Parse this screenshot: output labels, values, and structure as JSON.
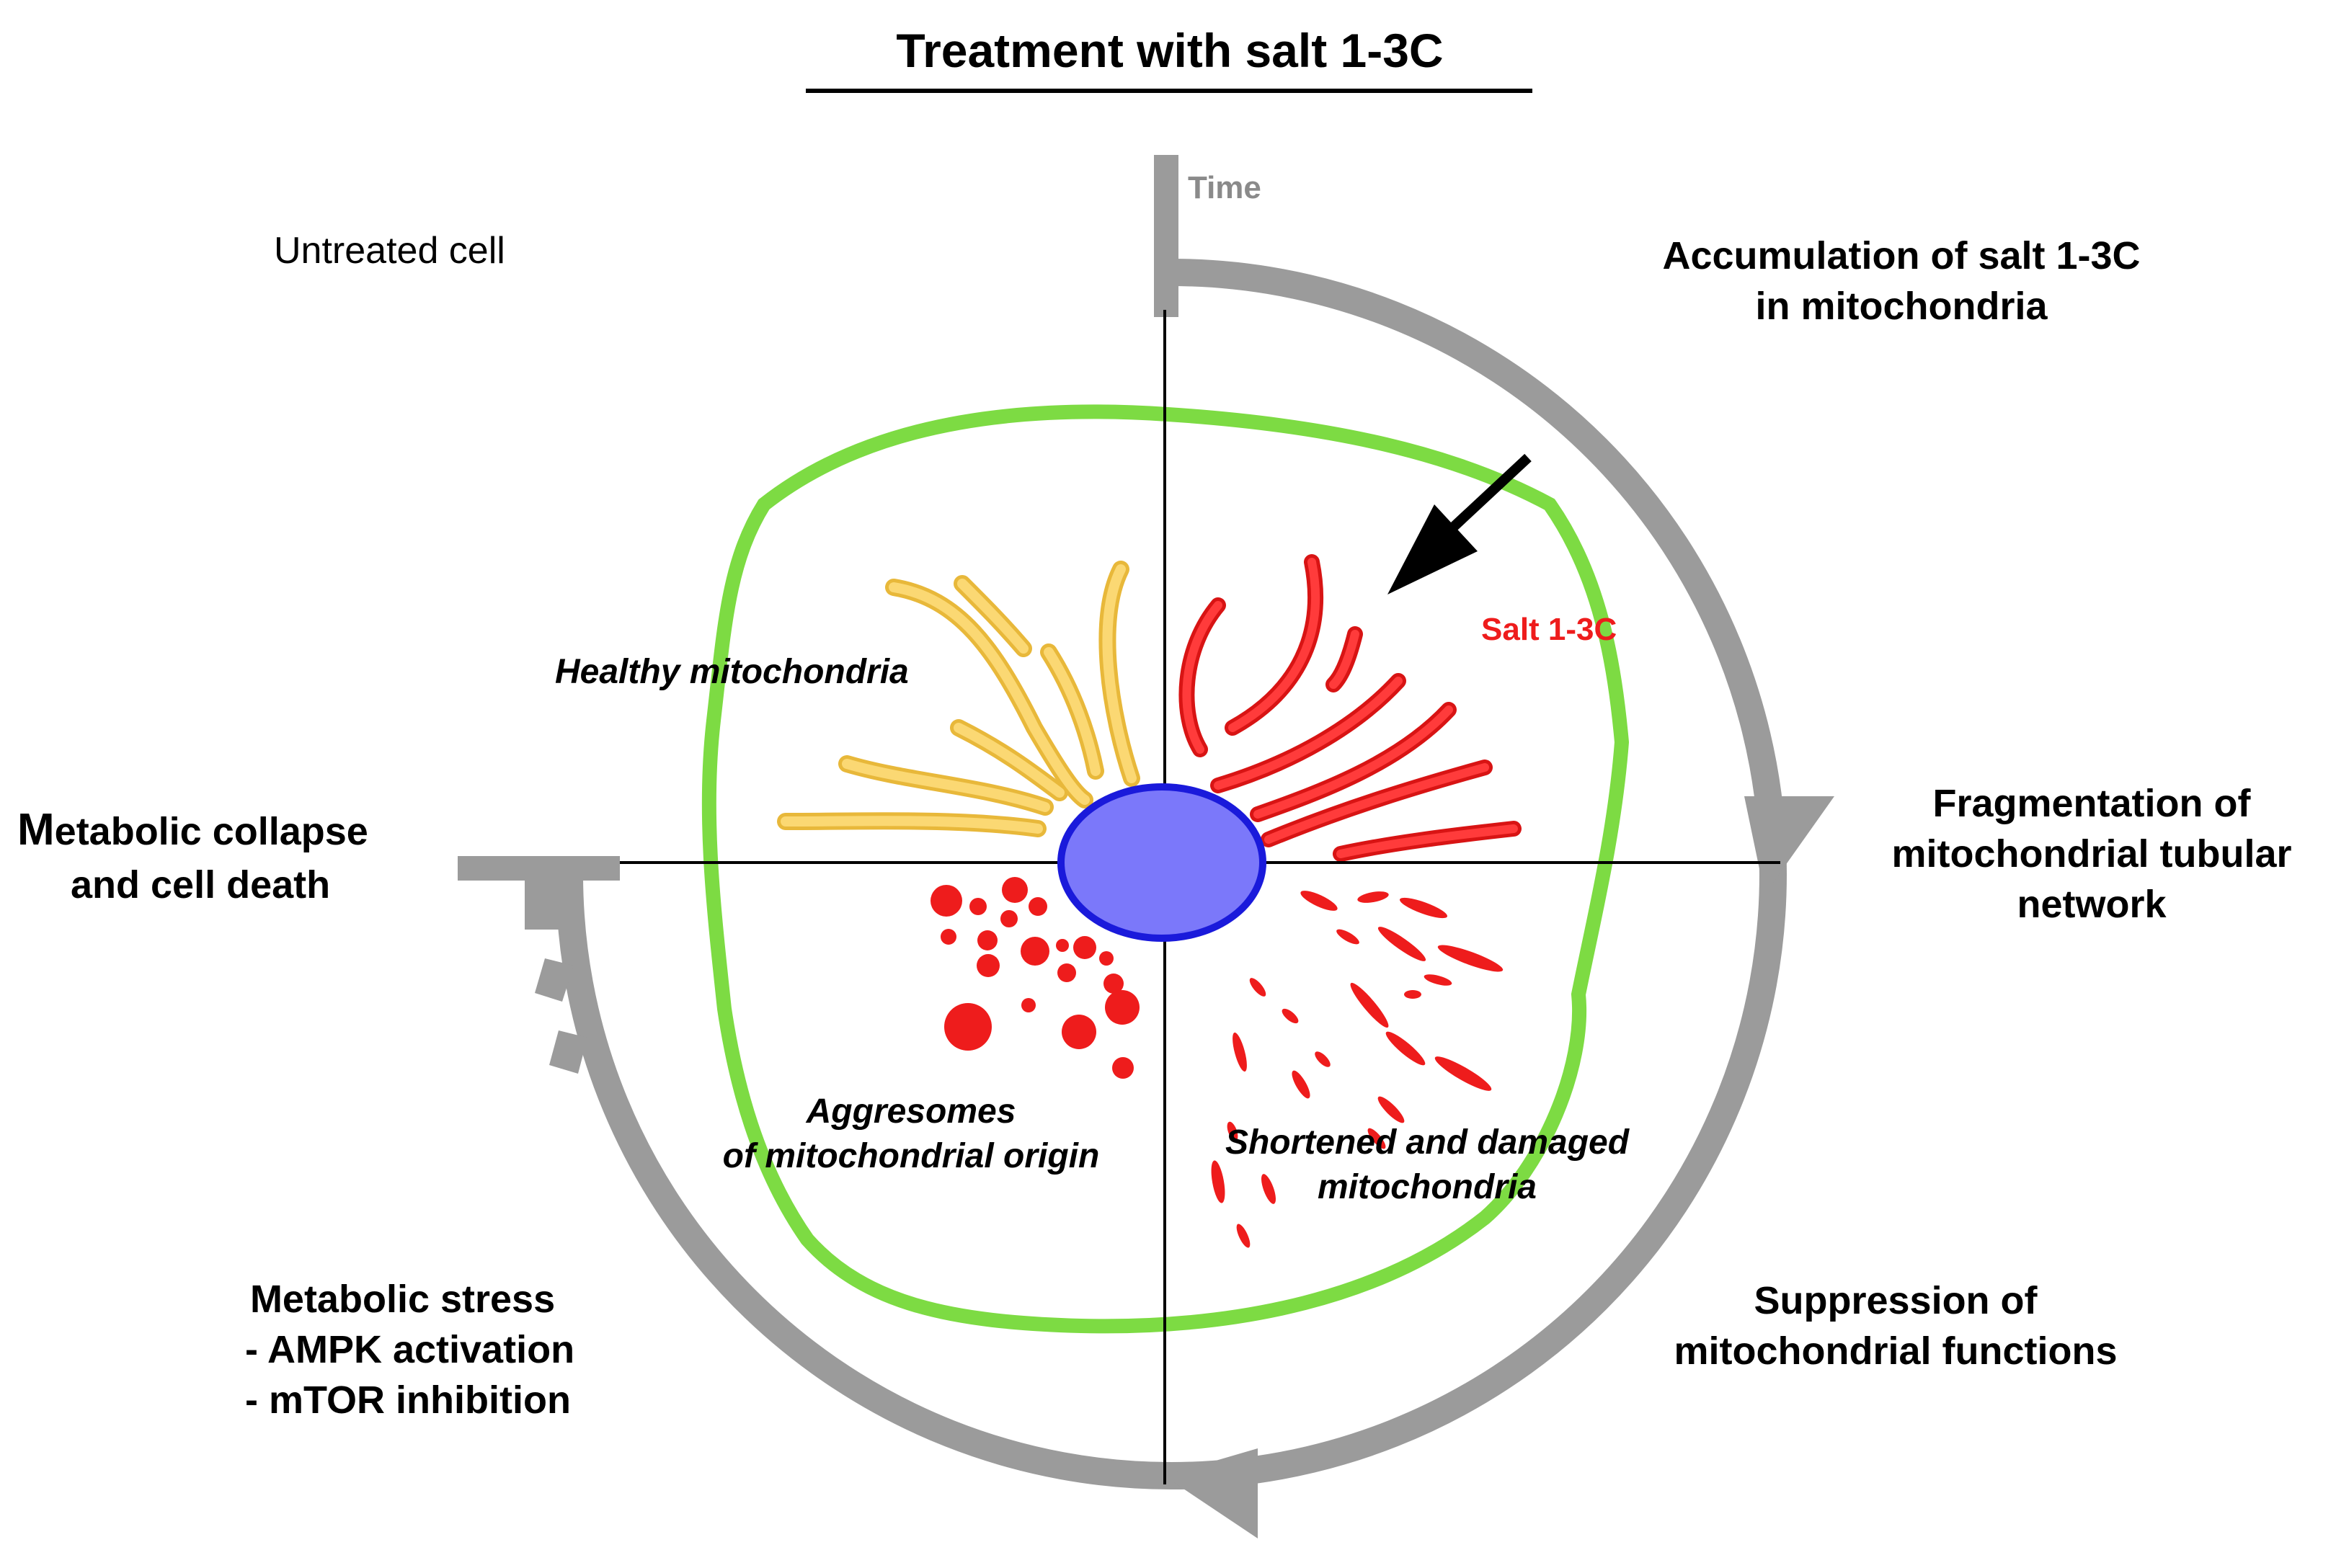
{
  "title": "Treatment with salt 1-3C",
  "time_label": "Time",
  "untreated_label": "Untreated cell",
  "stages": {
    "accumulation": [
      "Accumulation of salt 1-3C",
      "in mitochondria"
    ],
    "fragmentation": [
      "Fragmentation of",
      "mitochondrial tubular",
      "network"
    ],
    "suppression": [
      "Suppression of",
      "mitochondrial functions"
    ],
    "stress": [
      "Metabolic stress",
      "- AMPK activation",
      "- mTOR inhibition"
    ],
    "collapse": [
      "M",
      "etabolic collapse",
      "and cell death"
    ]
  },
  "cell_labels": {
    "healthy": "Healthy mitochondria",
    "salt": "Salt 1-3C",
    "aggresomes": [
      "Aggresomes",
      "of mitochondrial origin"
    ],
    "shortened": [
      "Shortened and damaged",
      "mitochondria"
    ]
  },
  "colors": {
    "membrane": "#7ddb43",
    "nucleus": "#7b78fa",
    "nucleus_border": "#1a1adb",
    "healthy_mito": "#f8c848",
    "damaged_mito": "#ee1c1c",
    "cycle_arrow": "#9b9b9b"
  }
}
